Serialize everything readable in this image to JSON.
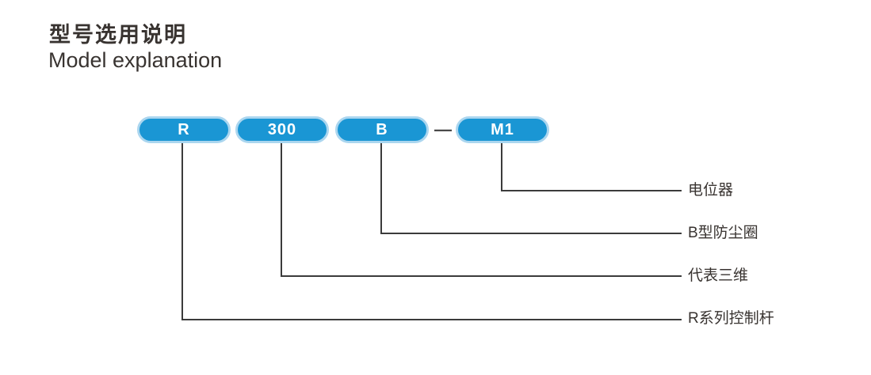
{
  "title": {
    "zh": "型号选用说明",
    "en": "Model explanation"
  },
  "model_code": {
    "pills": [
      {
        "label": "R",
        "description": "R系列控制杆"
      },
      {
        "label": "300",
        "description": "代表三维"
      },
      {
        "label": "B",
        "description": "B型防尘圈"
      },
      {
        "label": "M1",
        "description": "电位器"
      }
    ],
    "separator": "—"
  },
  "colors": {
    "pill_fill": "#1a96d4",
    "pill_border": "#abd6ef",
    "pill_text": "#ffffff",
    "connector_line": "#3b3b3b",
    "text": "#383330"
  }
}
